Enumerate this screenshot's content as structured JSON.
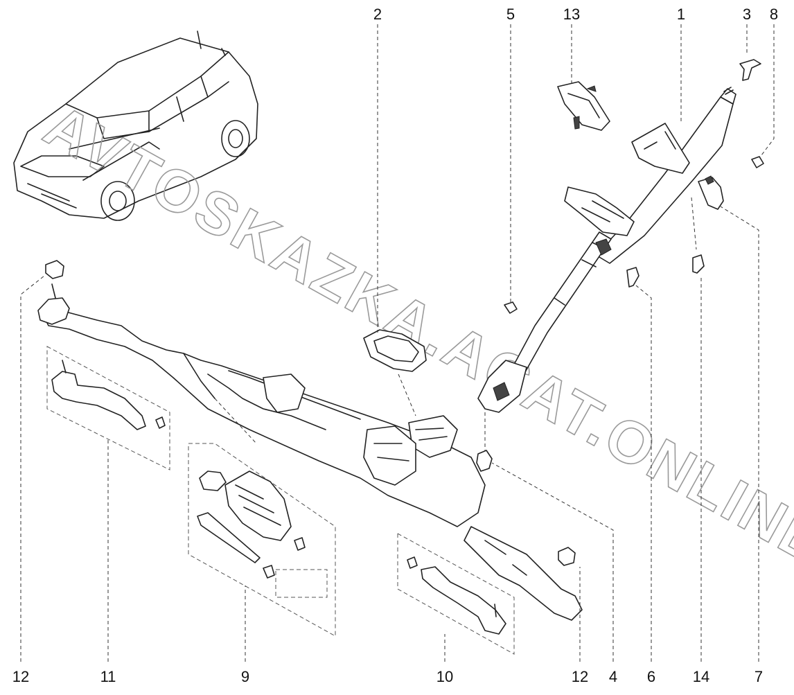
{
  "watermark": "AVTOSKAZKA.ACAT.ONLINE",
  "callouts": {
    "c1": "1",
    "c2": "2",
    "c3": "3",
    "c4": "4",
    "c5": "5",
    "c6": "6",
    "c7": "7",
    "c8": "8",
    "c9": "9",
    "c10": "10",
    "c11": "11",
    "c12_left": "12",
    "c12_right": "12",
    "c13": "13",
    "c14": "14"
  }
}
